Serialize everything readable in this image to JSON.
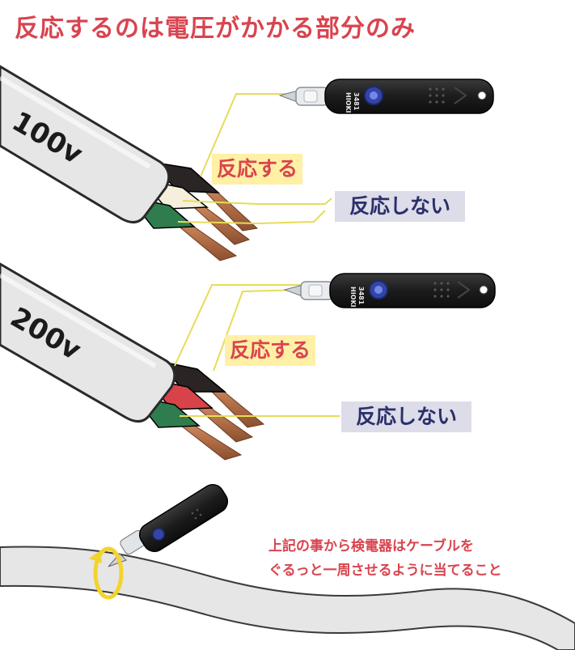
{
  "title": "反応するのは電圧がかかる部分のみ",
  "cables": [
    {
      "label": "100v",
      "react_label": "反応する",
      "no_react_label": "反応しない",
      "wires": [
        {
          "color": "#2a2424"
        },
        {
          "color": "#f5efdc"
        },
        {
          "color": "#2f7d4e"
        }
      ]
    },
    {
      "label": "200v",
      "react_label": "反応する",
      "no_react_label": "反応しない",
      "wires": [
        {
          "color": "#2a2424"
        },
        {
          "color": "#d8434a"
        },
        {
          "color": "#2f7d4e"
        }
      ]
    }
  ],
  "tester": {
    "brand": "HIOKI",
    "model": "3481"
  },
  "note": {
    "line1": "上記の事から検電器はケーブルを",
    "line2": "ぐるっと一周させるように当てること"
  },
  "colors": {
    "title": "#d9444f",
    "react_bg": "#fff0a6",
    "no_react_bg": "#dcdde8",
    "no_react_text": "#2b2f6b",
    "leader_line": "#e6dc5a",
    "sheath": "#e6e6e6",
    "copper": "#b8734a",
    "tester_body": "#1c1c1c",
    "ring": "#f3d32e"
  }
}
